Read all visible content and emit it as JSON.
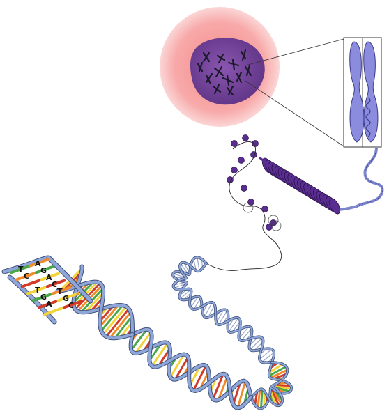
{
  "colors": {
    "cytoplasm": "#f9a8a8",
    "cytoplasm_edge": "#f7c6c6",
    "nucleus": "#7a4a9e",
    "chromosome": "#8b8bdc",
    "chromatin": "#5a2d91",
    "dna_backbone": "#8fa6d8",
    "dna_outline": "#3e4f7a",
    "base_red": "#d23a2a",
    "base_yellow": "#f2d43a",
    "base_green": "#4aa84a",
    "base_orange": "#f08a2a"
  },
  "base_pairs": [
    {
      "left": "T",
      "right": "A"
    },
    {
      "left": "C",
      "right": "G"
    },
    {
      "left": "",
      "right": "A"
    },
    {
      "left": "T",
      "right": "C"
    },
    {
      "left": "G",
      "right": "T"
    },
    {
      "left": "A",
      "right": "G"
    },
    {
      "left": "",
      "right": "C"
    }
  ]
}
